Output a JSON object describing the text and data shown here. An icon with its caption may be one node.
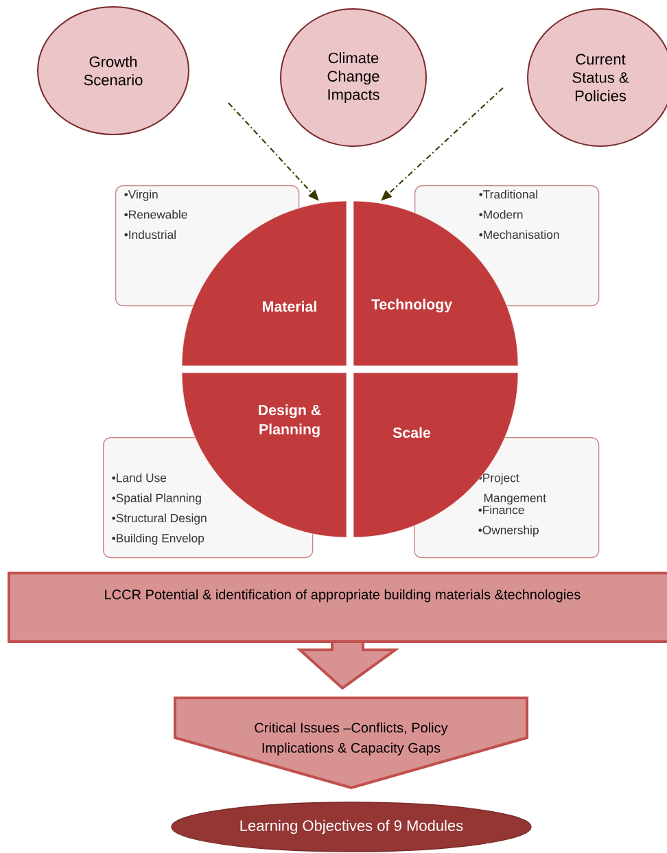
{
  "diagram": {
    "nodes": [
      {
        "text": [
          "Growth Scenario"
        ]
      },
      {
        "text": [
          "Climate Change Impacts"
        ]
      },
      {
        "text": [
          "Current Status & Policies"
        ]
      },
      {
        "text": [
          "•Virgin",
          "•Renewable",
          "•Industrial"
        ]
      },
      {
        "text": [
          "•Traditional",
          "•Modern",
          "•Mechanisation"
        ]
      },
      {
        "text": [
          "•Land Use",
          "•Spatial Planning",
          "•Structural Design",
          "•Building Envelop"
        ]
      },
      {
        "text": [
          "•Project Mangement",
          "•Finance",
          "•Ownership"
        ]
      },
      {
        "text": [
          "Material"
        ]
      },
      {
        "text": [
          "Technology"
        ]
      },
      {
        "text": [
          "Design & Planning"
        ]
      },
      {
        "text": [
          "Scale"
        ]
      },
      {
        "text": [
          "LCCR Potential & identification of appropriate building materials &technologies"
        ]
      },
      {
        "text": [
          "Critical Issues –Conflicts, Policy Implications & Capacity Gaps"
        ]
      },
      {
        "text": [
          "Learning Objectives of 9 Modules"
        ]
      }
    ],
    "edges": [
      {
        "from": null,
        "to": 7,
        "arrow": "to",
        "style": "dashed",
        "color": "#3a3a00"
      },
      {
        "from": null,
        "to": 8,
        "arrow": "to",
        "style": "dashed",
        "color": "#3a3a00"
      },
      {
        "from": 11,
        "to": 12,
        "arrow": "to",
        "style": "thick",
        "color": "#c0504d"
      }
    ]
  }
}
